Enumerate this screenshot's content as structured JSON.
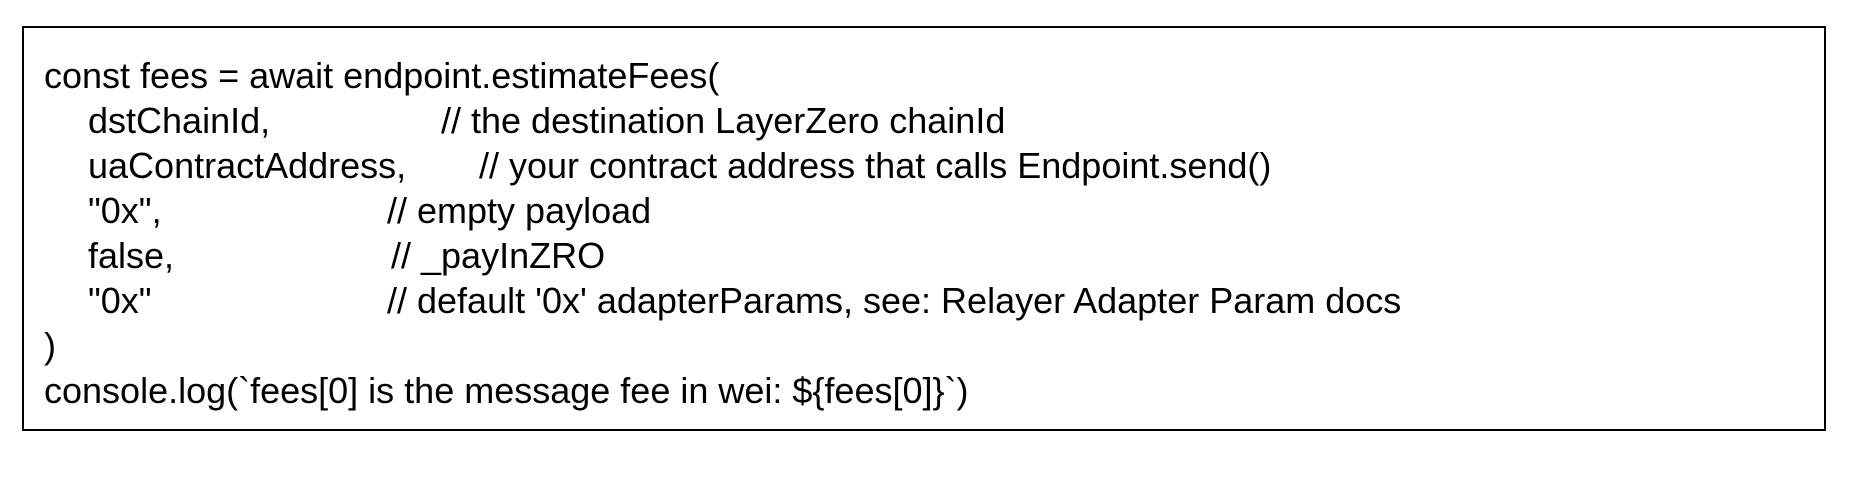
{
  "code_block": {
    "lines": [
      {
        "code": "const fees = await endpoint.estimateFees(",
        "comment": ""
      },
      {
        "code": "dstChainId,",
        "comment": "// the destination LayerZero chainId"
      },
      {
        "code": "uaContractAddress,",
        "comment": "// your contract address that calls Endpoint.send()"
      },
      {
        "code": "\"0x\",",
        "comment": "// empty payload"
      },
      {
        "code": "false,",
        "comment": "// _payInZRO"
      },
      {
        "code": "\"0x\"",
        "comment": "// default '0x' adapterParams, see: Relayer Adapter Param docs"
      },
      {
        "code": ")",
        "comment": ""
      },
      {
        "code": "console.log(`fees[0] is the message fee in wei: ${fees[0]}`)",
        "comment": ""
      }
    ]
  }
}
